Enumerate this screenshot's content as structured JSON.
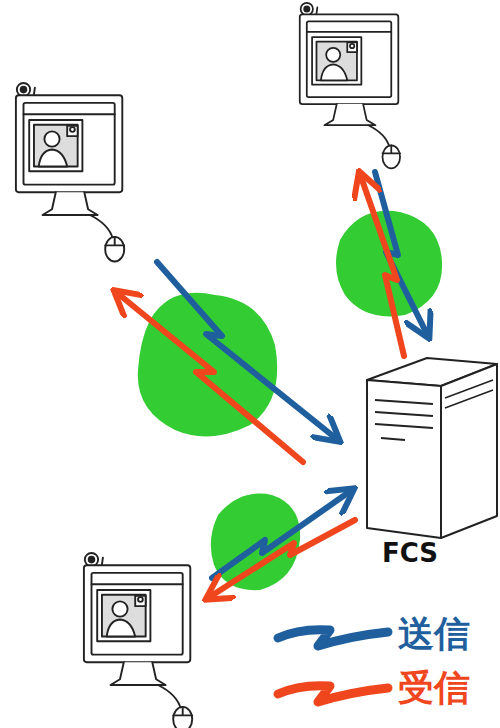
{
  "diagram": {
    "nodes": [
      {
        "text": [
          "FCS"
        ]
      }
    ],
    "legend": [
      {
        "text": "送信"
      },
      {
        "text": "受信"
      }
    ]
  }
}
